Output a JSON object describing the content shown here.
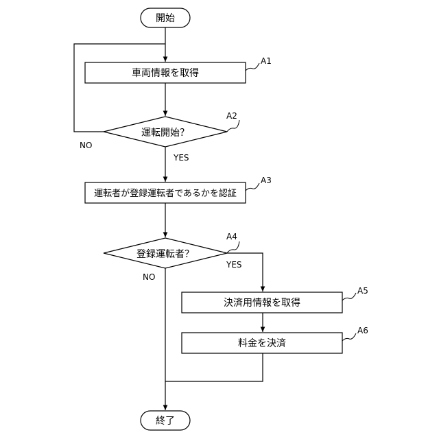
{
  "terminals": {
    "start": "開始",
    "end": "終了"
  },
  "steps": {
    "a1": {
      "label": "A1",
      "text": "車両情報を取得"
    },
    "a2": {
      "label": "A2",
      "text": "運転開始？"
    },
    "a3": {
      "label": "A3",
      "text": "運転者が登録運転者であるかを認証"
    },
    "a4": {
      "label": "A4",
      "text": "登録運転者？"
    },
    "a5": {
      "label": "A5",
      "text": "決済用情報を取得"
    },
    "a6": {
      "label": "A6",
      "text": "料金を決済"
    }
  },
  "branches": {
    "a2_yes": "YES",
    "a2_no": "NO",
    "a4_yes": "YES",
    "a4_no": "NO"
  }
}
